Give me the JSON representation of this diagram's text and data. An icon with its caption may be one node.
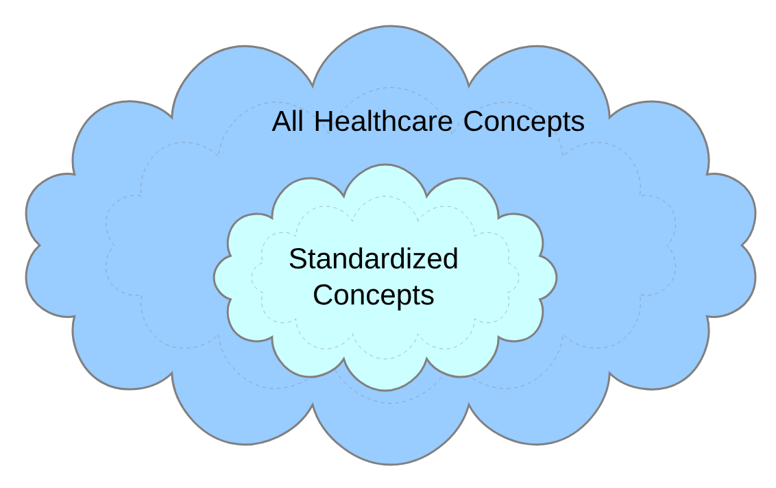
{
  "diagram": {
    "nodes": [
      {
        "text": [
          "All Healthcare Concepts"
        ]
      },
      {
        "text": [
          "Standardized Concepts"
        ],
        "in": 0
      }
    ]
  }
}
